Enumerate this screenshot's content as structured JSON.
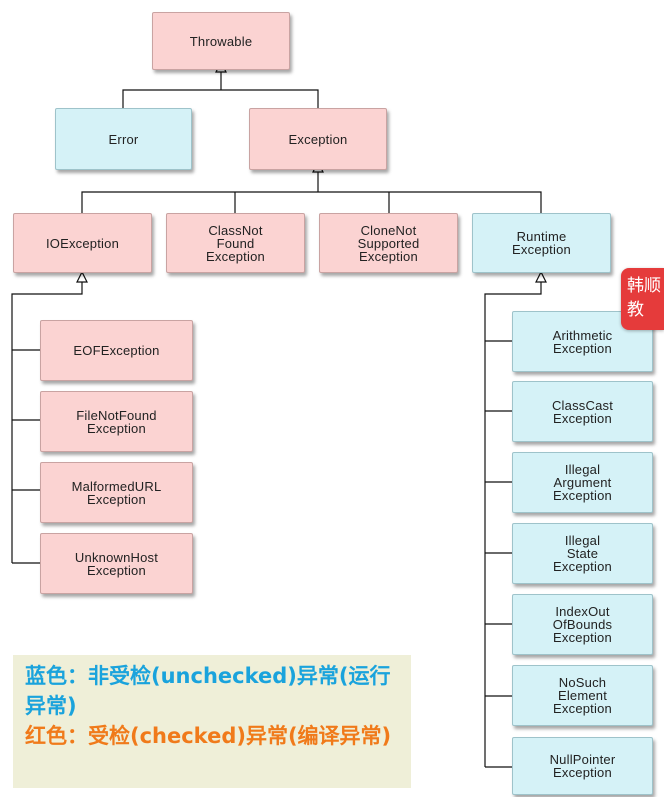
{
  "colors": {
    "unchecked_fill": "#d5f2f7",
    "checked_fill": "#fbd3d2",
    "legend_blue": "#1aa3dc",
    "legend_red": "#f07a1a",
    "legend_bg": "#efefd8",
    "badge_bg": "#e53b3b"
  },
  "nodes": {
    "throwable": {
      "label": "Throwable",
      "kind": "checked"
    },
    "error": {
      "label": "Error",
      "kind": "unchecked"
    },
    "exception": {
      "label": "Exception",
      "kind": "checked"
    },
    "ioexception": {
      "label": "IOException",
      "kind": "checked"
    },
    "classnotfound": {
      "label": "ClassNot\nFound\nException",
      "kind": "checked"
    },
    "clonenotsupported": {
      "label": "CloneNot\nSupported\nException",
      "kind": "checked"
    },
    "runtime": {
      "label": "Runtime\nException",
      "kind": "unchecked"
    },
    "eof": {
      "label": "EOFException",
      "kind": "checked"
    },
    "filenotfound": {
      "label": "FileNotFound\nException",
      "kind": "checked"
    },
    "malformedurl": {
      "label": "MalformedURL\nException",
      "kind": "checked"
    },
    "unknownhost": {
      "label": "UnknownHost\nException",
      "kind": "checked"
    },
    "arithmetic": {
      "label": "Arithmetic\nException",
      "kind": "unchecked"
    },
    "classcast": {
      "label": "ClassCast\nException",
      "kind": "unchecked"
    },
    "illegalargument": {
      "label": "Illegal\nArgument\nException",
      "kind": "unchecked"
    },
    "illegalstate": {
      "label": "Illegal\nState\nException",
      "kind": "unchecked"
    },
    "indexoutofbounds": {
      "label": "IndexOut\nOfBounds\nException",
      "kind": "unchecked"
    },
    "nosuchelement": {
      "label": "NoSuch\nElement\nException",
      "kind": "unchecked"
    },
    "nullpointer": {
      "label": "NullPointer\nException",
      "kind": "unchecked"
    }
  },
  "badge": {
    "text": "韩顺\n教"
  },
  "legend": {
    "blue_text": "蓝色：非受检(unchecked)异常(运行异常)",
    "red_text": "红色：受检(checked)异常(编译异常)"
  }
}
